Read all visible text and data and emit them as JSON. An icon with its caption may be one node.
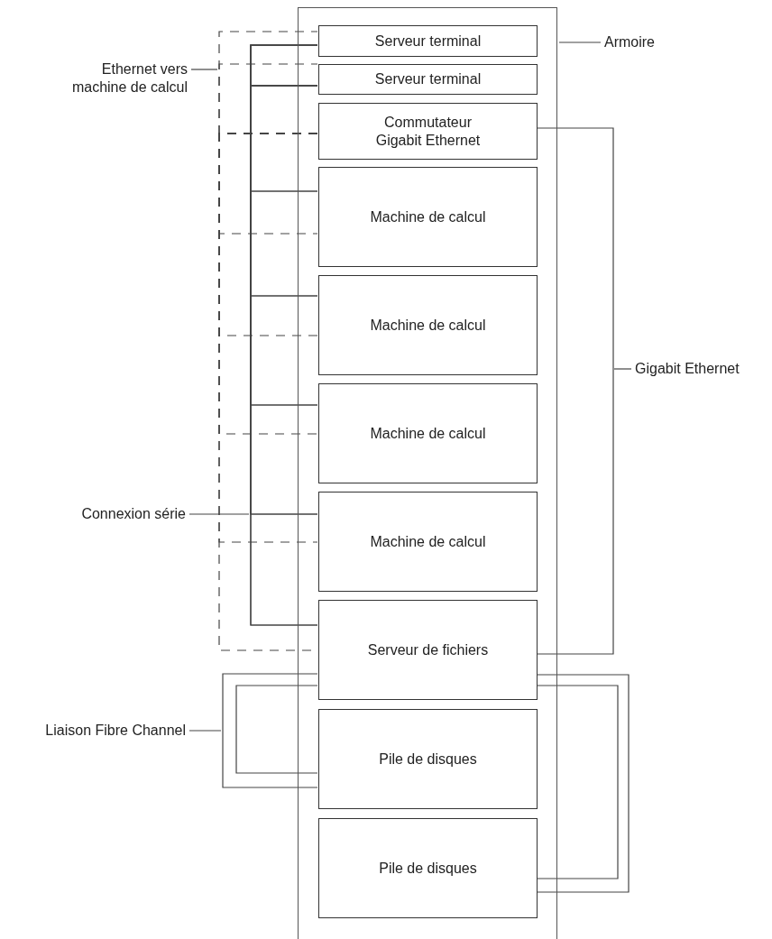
{
  "diagram": {
    "nodes": [
      {
        "text": [],
        "shape": "box"
      },
      {
        "text": [
          "Serveur terminal"
        ],
        "in": 0
      },
      {
        "text": [
          "Serveur terminal"
        ],
        "in": 0
      },
      {
        "text": [
          "Commutateur Gigabit Ethernet"
        ],
        "in": 0
      },
      {
        "text": [
          "Machine de calcul"
        ],
        "in": 0
      },
      {
        "text": [
          "Machine de calcul"
        ],
        "in": 0
      },
      {
        "text": [
          "Machine de calcul"
        ],
        "in": 0
      },
      {
        "text": [
          "Machine de calcul"
        ],
        "in": 0
      },
      {
        "text": [
          "Serveur de fichiers"
        ],
        "in": 0
      },
      {
        "text": [
          "Pile de disques"
        ],
        "in": 0
      },
      {
        "text": [
          "Pile de disques"
        ],
        "in": 0
      },
      {
        "text": [
          "Armoire"
        ]
      },
      {
        "text": [
          "Ethernet vers machine de calcul"
        ]
      },
      {
        "text": [
          "Gigabit Ethernet"
        ]
      },
      {
        "text": [
          "Connexion série"
        ]
      },
      {
        "text": [
          "Liaison Fibre Channel"
        ]
      }
    ],
    "edges": [
      {
        "from": 3,
        "to": 1,
        "arrow": "none",
        "style": "dashed"
      },
      {
        "from": 3,
        "to": 2,
        "arrow": "none",
        "style": "dashed"
      },
      {
        "from": 3,
        "to": 4,
        "arrow": "none",
        "style": "dashed"
      },
      {
        "from": 3,
        "to": 5,
        "arrow": "none",
        "style": "dashed"
      },
      {
        "from": 3,
        "to": 6,
        "arrow": "none",
        "style": "dashed"
      },
      {
        "from": 3,
        "to": 7,
        "arrow": "none",
        "style": "dashed"
      },
      {
        "from": 3,
        "to": 8,
        "arrow": "none",
        "style": "dashed"
      },
      {
        "from": 1,
        "to": 4,
        "arrow": "none"
      },
      {
        "from": 1,
        "to": 5,
        "arrow": "none"
      },
      {
        "from": 1,
        "to": 6,
        "arrow": "none"
      },
      {
        "from": 1,
        "to": 7,
        "arrow": "none"
      },
      {
        "from": 1,
        "to": 8,
        "arrow": "none"
      },
      {
        "from": 2,
        "to": 4,
        "arrow": "none"
      },
      {
        "from": 2,
        "to": 5,
        "arrow": "none"
      },
      {
        "from": 2,
        "to": 6,
        "arrow": "none"
      },
      {
        "from": 2,
        "to": 7,
        "arrow": "none"
      },
      {
        "from": 2,
        "to": 8,
        "arrow": "none"
      },
      {
        "from": 3,
        "to": 8,
        "arrow": "none"
      },
      {
        "from": 8,
        "to": 9,
        "arrow": "none"
      },
      {
        "from": 8,
        "to": 9,
        "arrow": "none"
      },
      {
        "from": 8,
        "to": 10,
        "arrow": "none"
      },
      {
        "from": 8,
        "to": 10,
        "arrow": "none"
      },
      {
        "from": 11,
        "to": 0,
        "arrow": "none"
      },
      {
        "from": 12,
        "to": null,
        "arrow": "none"
      },
      {
        "from": 13,
        "to": null,
        "arrow": "none"
      },
      {
        "from": 14,
        "to": null,
        "arrow": "none"
      },
      {
        "from": 15,
        "to": null,
        "arrow": "none"
      }
    ]
  }
}
